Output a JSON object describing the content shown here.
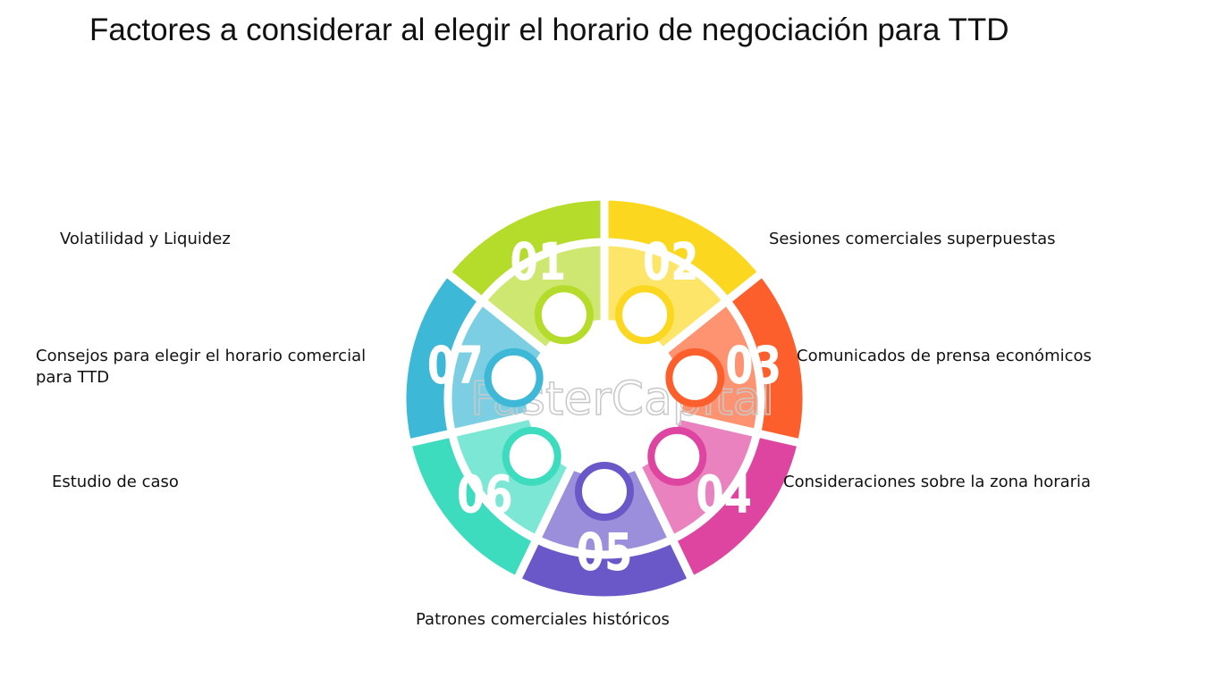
{
  "title": "Factores a considerar al elegir el horario de negociación para TTD",
  "watermark": "FasterCapital",
  "segments": [
    {
      "number": "01",
      "label": "Volatilidad y Liquidez",
      "color": "#b5dc2a"
    },
    {
      "number": "02",
      "label": "Sesiones comerciales superpuestas",
      "color": "#fbd81f"
    },
    {
      "number": "03",
      "label": "Comunicados de prensa económicos",
      "color": "#fd5f2c"
    },
    {
      "number": "04",
      "label": "Consideraciones sobre la zona horaria",
      "color": "#de45a0"
    },
    {
      "number": "05",
      "label": "Patrones comerciales históricos",
      "color": "#6a58c9"
    },
    {
      "number": "06",
      "label": "Estudio de caso",
      "color": "#3ddcbf"
    },
    {
      "number": "07",
      "label": "Consejos para elegir el horario comercial para TTD",
      "color": "#3db8d6"
    }
  ]
}
